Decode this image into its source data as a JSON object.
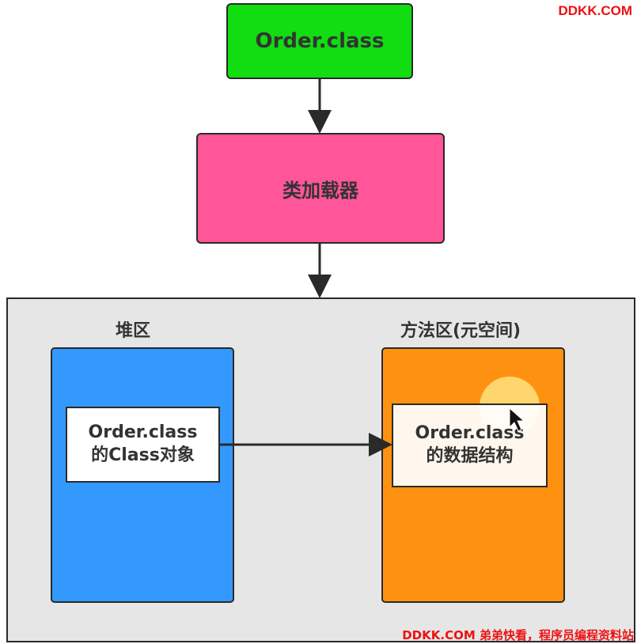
{
  "watermark": {
    "top": "DDKK.COM",
    "bottom": "DDKK.COM 弟弟快看，程序员编程资料站"
  },
  "nodes": {
    "order_class": "Order.class",
    "class_loader": "类加载器",
    "heap_title": "堆区",
    "method_area_title": "方法区(元空间)",
    "heap_object": [
      "Order.class",
      "的Class对象"
    ],
    "method_data": [
      "Order.class",
      "的数据结构"
    ]
  },
  "colors": {
    "order_class": "#11dd11",
    "class_loader": "#ff5599",
    "jvm_container": "#e6e6e6",
    "heap": "#3399ff",
    "method_area": "#ff9111",
    "inner_box": "#ffffff",
    "stroke": "#2a2a2a",
    "watermark": "#ee1111"
  },
  "icons": {
    "cursor": "mouse-pointer-icon"
  }
}
